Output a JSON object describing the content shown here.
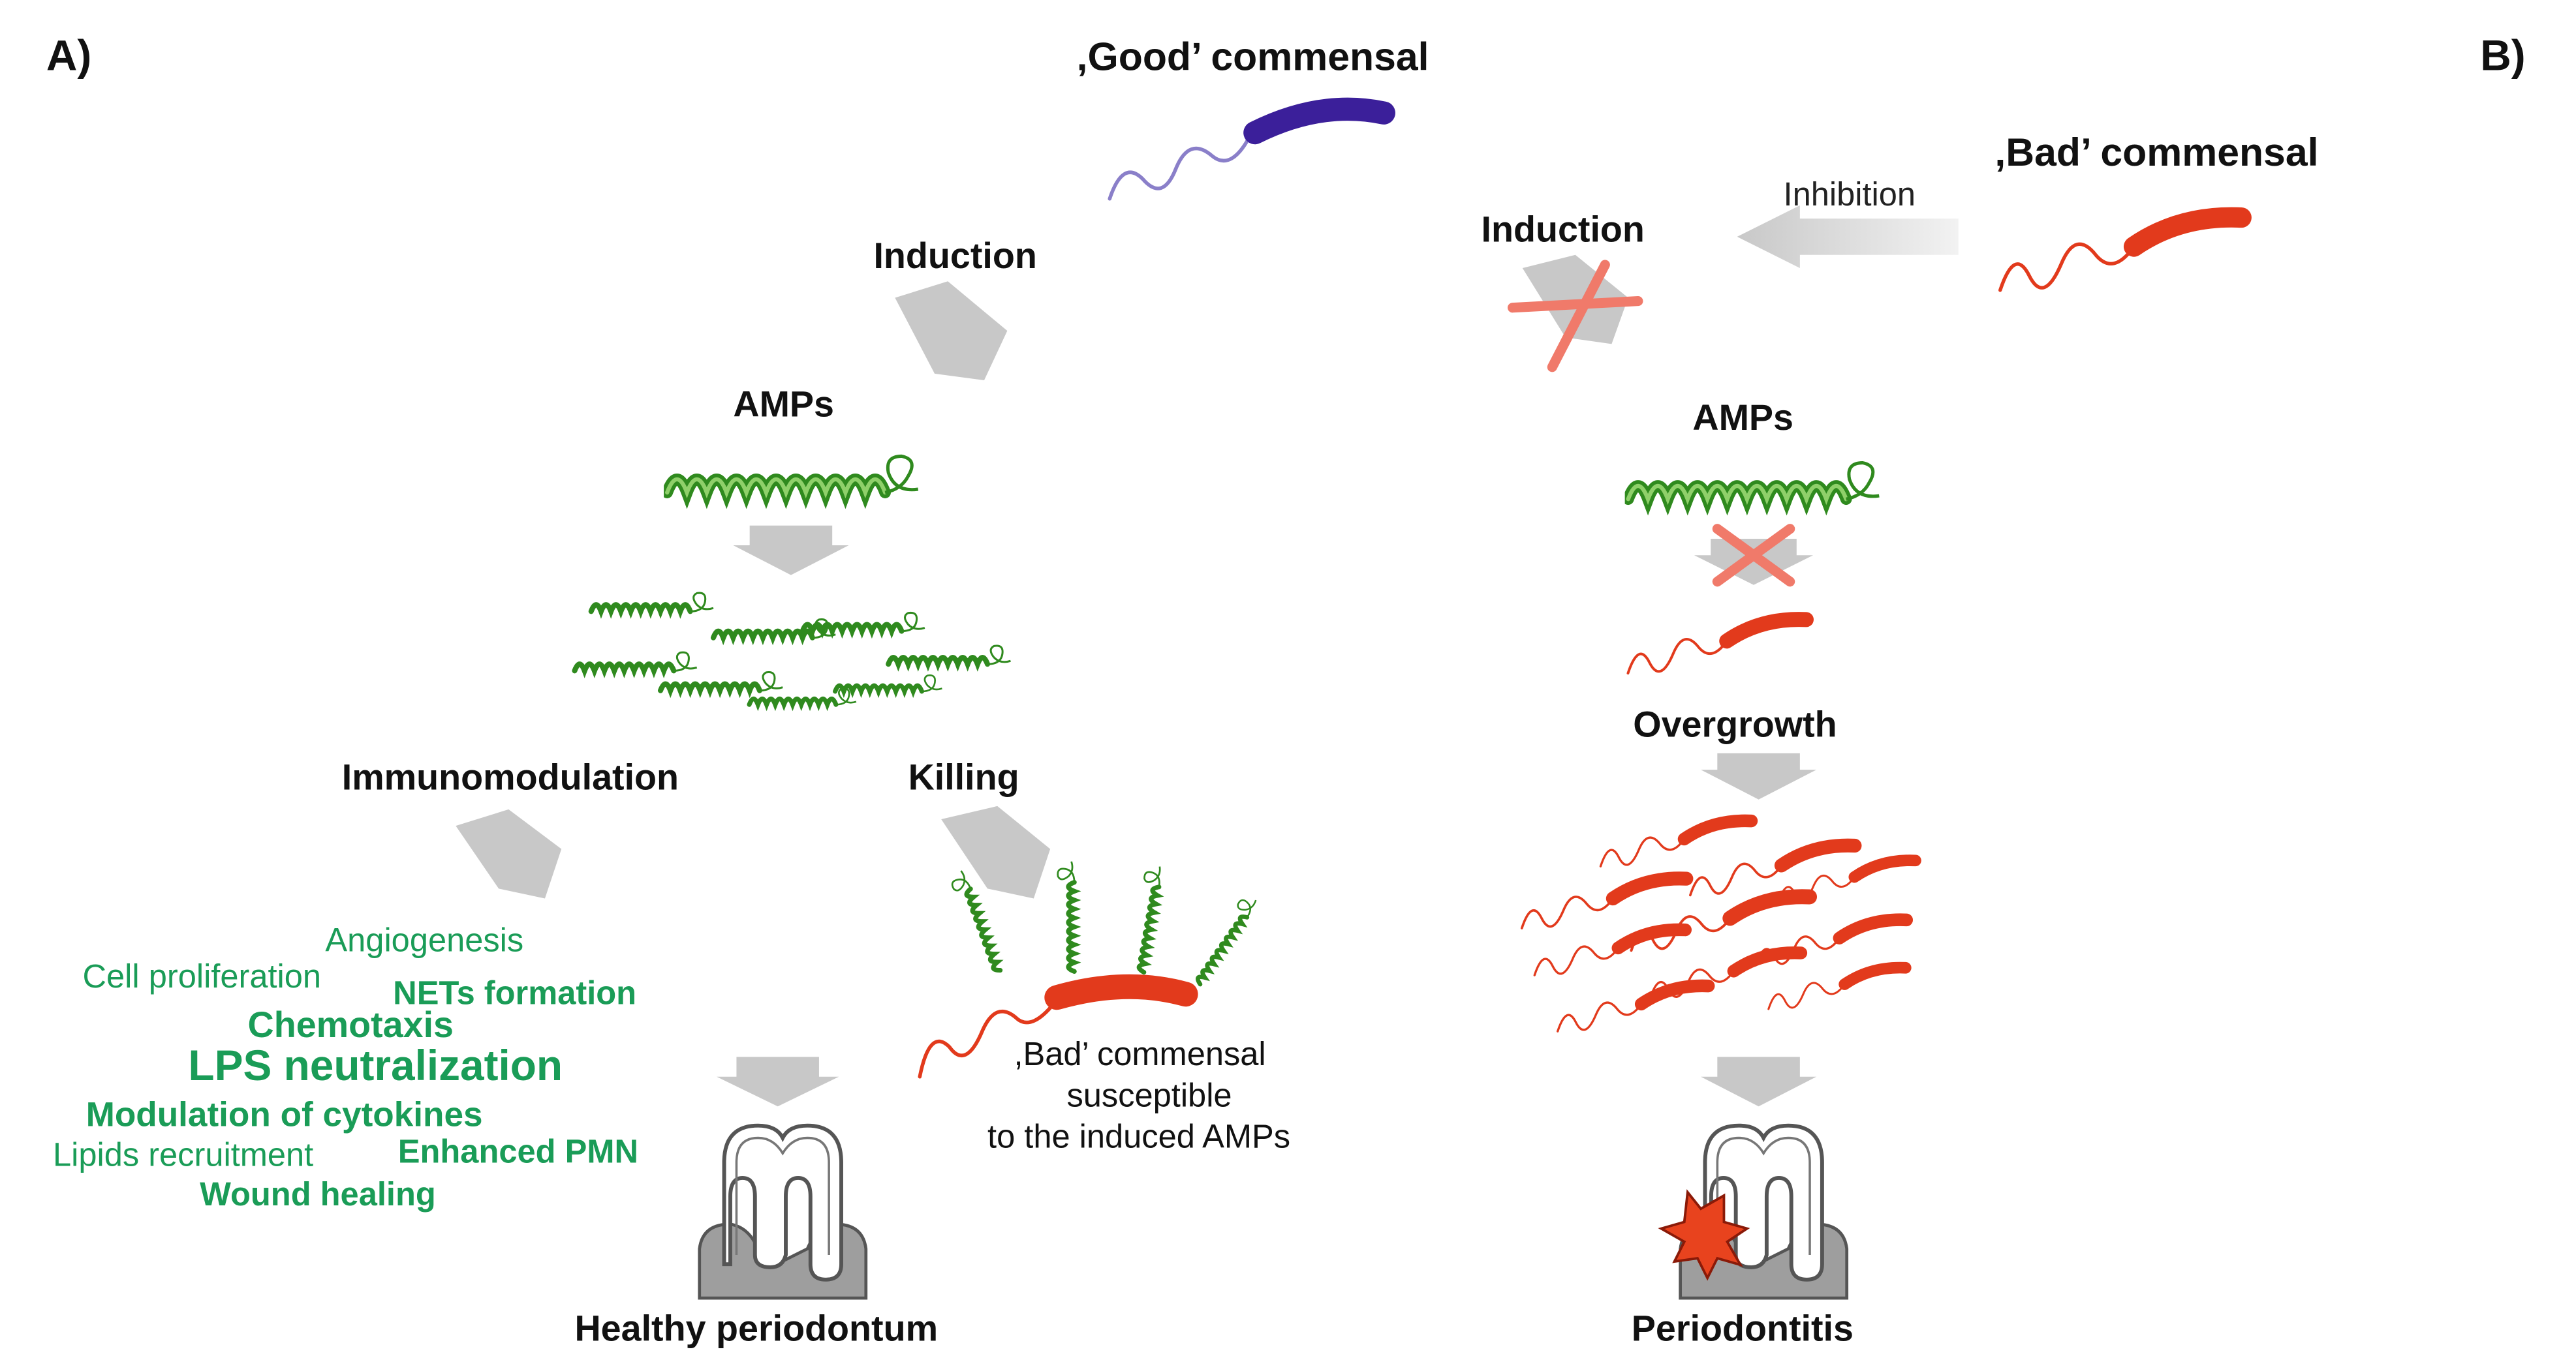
{
  "panel_a": {
    "label": "A)",
    "good_commensal": ",Good’ commensal",
    "induction": "Induction",
    "amps": "AMPs",
    "immunomodulation": "Immunomodulation",
    "killing": "Killing",
    "effects": {
      "angiogenesis": "Angiogenesis",
      "cell_proliferation": "Cell proliferation",
      "nets_formation": "NETs formation",
      "chemotaxis": "Chemotaxis",
      "lps_neutralization": "LPS neutralization",
      "modulation_cytokines": "Modulation of cytokines",
      "lipids_recruitment": "Lipids recruitment",
      "enhanced_pmn": "Enhanced PMN",
      "wound_healing": "Wound healing"
    },
    "bad_susceptible": {
      "line1": ",Bad’ commensal",
      "line2": "susceptible",
      "line3": "to the induced AMPs"
    },
    "outcome": "Healthy periodontum"
  },
  "panel_b": {
    "label": "B)",
    "bad_commensal": ",Bad’ commensal",
    "inhibition": "Inhibition",
    "induction": "Induction",
    "amps": "AMPs",
    "overgrowth": "Overgrowth",
    "outcome": "Periodontitis"
  },
  "colors": {
    "good_bacterium": "#3b1f9a",
    "bad_bacterium": "#e23a1c",
    "amp_green": "#2f8a1e",
    "effect_text": "#1a9c57",
    "arrow_gray": "#c8c8c8",
    "cross": "#f07a6a"
  }
}
